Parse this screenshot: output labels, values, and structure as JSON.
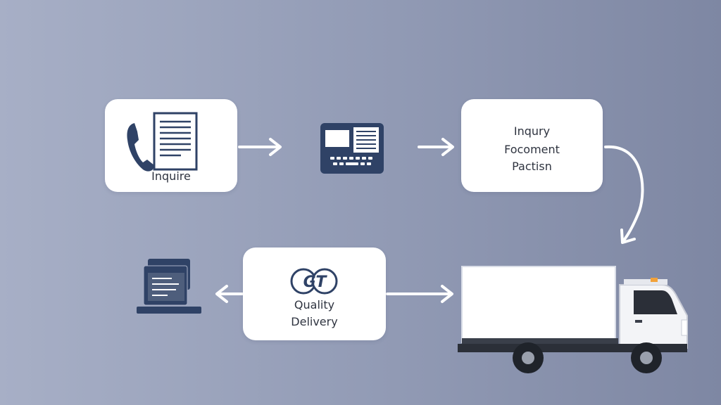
{
  "colors": {
    "navy": "#2f4266",
    "arrow": "#ffffff",
    "card": "#ffffff"
  },
  "steps": {
    "inquire": {
      "label": "Inquire",
      "icons": [
        "phone-icon",
        "document-icon"
      ]
    },
    "terminal": {
      "icons": [
        "terminal-icon"
      ]
    },
    "inquiry_document": {
      "lines": [
        "Inqury",
        "Focoment",
        "Pactisn"
      ]
    },
    "quality_delivery": {
      "badge": "GT",
      "lines": [
        "Quality",
        "Delivery"
      ],
      "icons": [
        "quality-badge-icon"
      ]
    },
    "truck": {
      "icons": [
        "delivery-truck-icon"
      ]
    },
    "laptop": {
      "icons": [
        "laptop-icon"
      ]
    }
  }
}
